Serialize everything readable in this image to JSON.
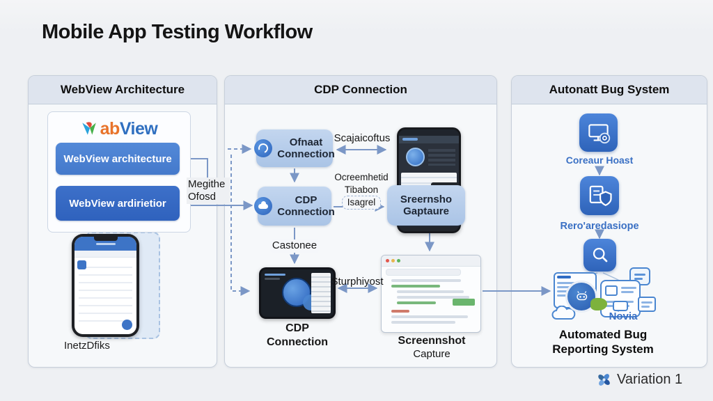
{
  "title": "Mobile App Testing Workflow",
  "panel1": {
    "header": "WebView Architecture",
    "logo_part1": "ab",
    "logo_part2": "View",
    "box1_label": "WebView architecture",
    "box2_label": "WebView ardirietior",
    "phone_caption": "InetzDfiks"
  },
  "connector_label": "Megithe\nOfosd",
  "panel2": {
    "header": "CDP Connection",
    "offnat_label": "Ofnaat\nConnection",
    "top_arrow_label": "Scajaicoftus",
    "cdp_label": "CDP\nConnection",
    "mid_label_line1": "Ocreemhetid",
    "mid_label_line2": "Tibabon",
    "mid_label_line3": "Isagrel",
    "screenshot_label": "Sreernsho\nGaptaure",
    "down_label": "Castonee",
    "tablet_caption": "CDP\nConnection",
    "bottom_arrow_label": "Sturphiyost",
    "browser_caption_line1": "Screennshot",
    "browser_caption_line2": "Capture"
  },
  "panel3": {
    "header": "Autonatt Bug System",
    "monitor_caption": "Coreaur Hoast",
    "shield_caption": "Rero'aredasiope",
    "cluster_label": "Novia",
    "caption": "Automated Bug\nReporting System"
  },
  "footer_label": "Variation 1",
  "colors": {
    "accent_blue": "#3b74cc",
    "node_blue": "#b7cde9",
    "button_blue": "#4a80d2",
    "button_blue_dark": "#3568c6",
    "arrow": "#7b97c6",
    "caption_blue": "#3a70c4",
    "green": "#6ab56d"
  }
}
